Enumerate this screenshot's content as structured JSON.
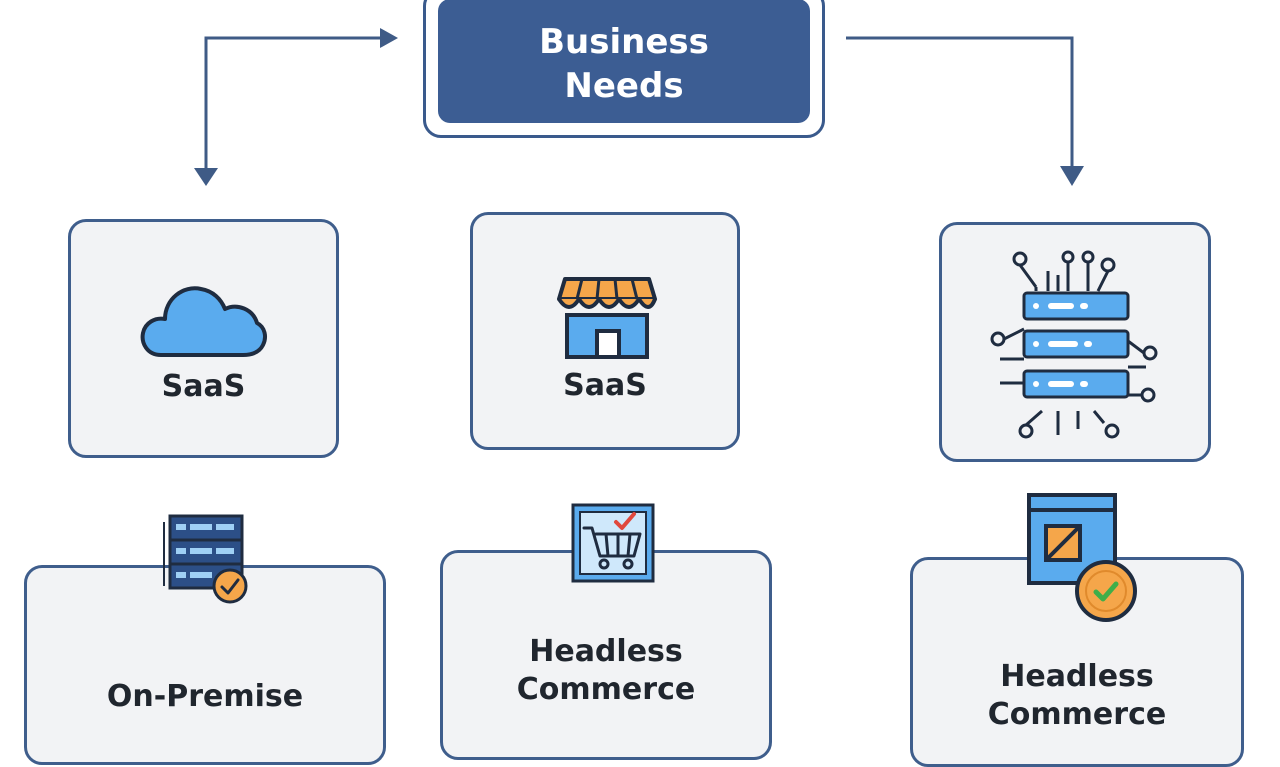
{
  "root": {
    "title": "Business\nNeeds"
  },
  "top_cards": [
    {
      "label": "SaaS",
      "icon": "cloud-icon"
    },
    {
      "label": "SaaS",
      "icon": "storefront-icon"
    },
    {
      "label": "",
      "icon": "server-network-icon"
    }
  ],
  "bottom_cards": [
    {
      "label": "On-Premise",
      "icon": "server-check-icon"
    },
    {
      "label": "Headless\nCommerce",
      "icon": "shopping-cart-icon"
    },
    {
      "label": "Headless\nCommerce",
      "icon": "window-check-icon"
    }
  ],
  "colors": {
    "navy": "#3c5d93",
    "connector": "#3f5b86",
    "card_fill": "#f2f3f5",
    "icon_blue": "#5aabee",
    "accent_orange": "#f5a64a",
    "check_green": "#3fae49"
  }
}
